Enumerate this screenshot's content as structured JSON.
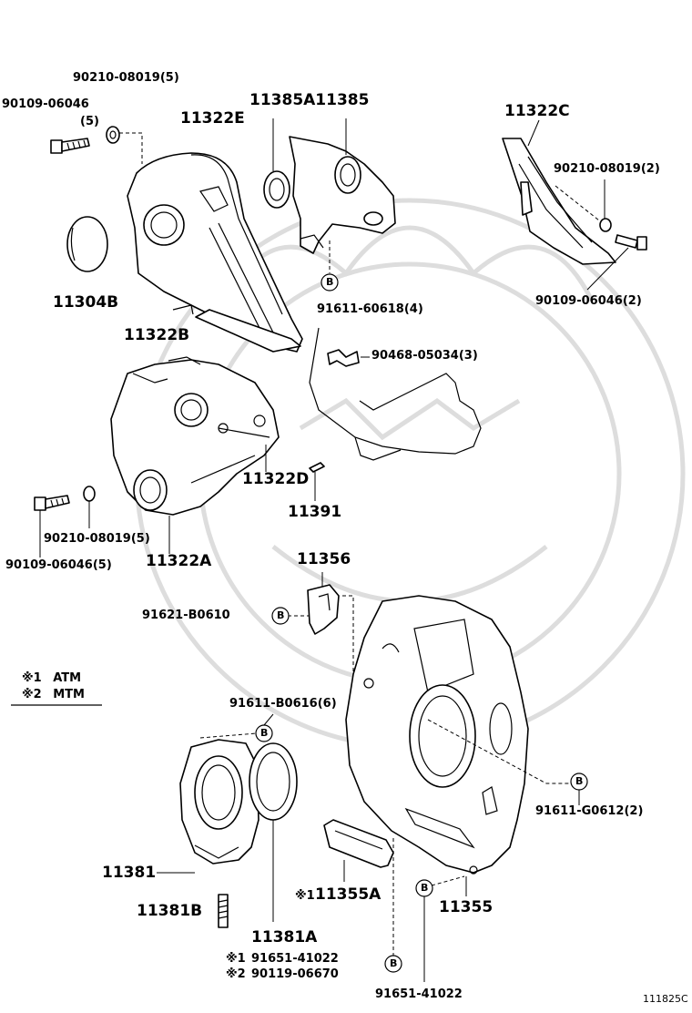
{
  "labels": {
    "bolt_top_left": "90109-06046",
    "bolt_top_left_qty": "(5)",
    "washer_top": "90210-08019(5)",
    "cover_11322e": "11322E",
    "seal_11385a_11385": "11385A11385",
    "cover_11322c": "11322C",
    "washer_right": "90210-08019(2)",
    "bolt_right": "90109-06046(2)",
    "plug_11304b": "11304B",
    "cover_11322b": "11322B",
    "bolt_91611_60618": "91611-60618(4)",
    "clamp_90468": "90468-05034(3)",
    "cover_11322d": "11322D",
    "part_11391": "11391",
    "washer_mid": "90210-08019(5)",
    "bolt_mid": "90109-06046(5)",
    "cover_11322a": "11322A",
    "bracket_11356": "11356",
    "bolt_91621": "91621-B0610",
    "bolt_91611_b0616": "91611-B0616(6)",
    "bolt_91611_g0612": "91611-G0612(2)",
    "retainer_11381": "11381",
    "stud_11381b": "11381B",
    "seal_11381a": "11381A",
    "cover_11355a": "11355A",
    "plate_11355": "11355",
    "bolt_91651_a": "91651-41022",
    "bolt_90119": "90119-06670",
    "bolt_91651_b": "91651-41022",
    "ref_code": "111825C",
    "b_mark": "B"
  },
  "legend": {
    "items": [
      {
        "mark": "※1",
        "text": "ATM"
      },
      {
        "mark": "※2",
        "text": "MTM"
      }
    ]
  },
  "notes": {
    "mark1": "※1",
    "mark2": "※2"
  }
}
